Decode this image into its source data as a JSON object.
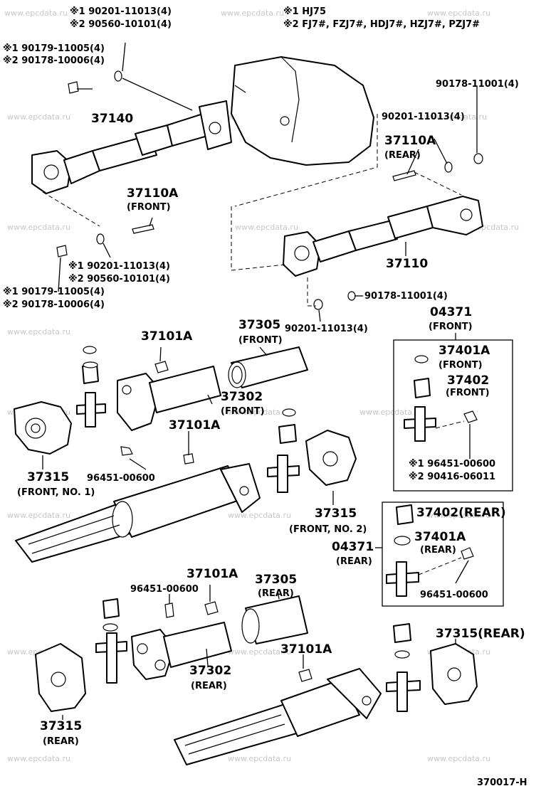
{
  "watermark": "www.epcdata.ru",
  "diagram_code": "370017-H",
  "header": {
    "note1": "※1 HJ75",
    "note2": "※2 FJ7#, FZJ7#, HDJ7#, HZJ7#, PZJ7#"
  },
  "labels": {
    "t1": "※1 90201-11013(4)",
    "t2": "※2 90560-10101(4)",
    "t3": "※1 90179-11005(4)",
    "t4": "※2 90178-10006(4)",
    "p37140": "37140",
    "r90178a": "90178-11001(4)",
    "r90201a": "90201-11013(4)",
    "p37110a_rear": "37110A",
    "rear_paren1": "(REAR)",
    "p37110a_front": "37110A",
    "front_paren1": "(FRONT)",
    "m1": "※1 90201-11013(4)",
    "m2": "※2 90560-10101(4)",
    "m3": "※1 90179-11005(4)",
    "m4": "※2 90178-10006(4)",
    "p37110": "37110",
    "r90178b": "90178-11001(4)",
    "r90201b": "90201-11013(4)",
    "p04371_front": "04371",
    "front_paren2": "(FRONT)",
    "p37101a_1": "37101A",
    "p37305_front": "37305",
    "front_paren3": "(FRONT)",
    "p37401a_front": "37401A",
    "front_paren4": "(FRONT)",
    "p37402_front": "37402",
    "front_paren5": "(FRONT)",
    "p37302_front": "37302",
    "front_paren6": "(FRONT)",
    "p37101a_2": "37101A",
    "p96451_1": "96451-00600",
    "p37315_front1": "37315",
    "front_no1": "(FRONT, NO. 1)",
    "k1": "※1 96451-00600",
    "k2": "※2 90416-06011",
    "p37402_rear": "37402(REAR)",
    "p37401a_rear": "37401A",
    "rear_paren2": "(REAR)",
    "p04371_rear": "04371",
    "rear_paren3": "(REAR)",
    "p96451_box": "96451-00600",
    "p37315_front2": "37315",
    "front_no2": "(FRONT, NO. 2)",
    "p37101a_3": "37101A",
    "p37305_rear": "37305",
    "rear_paren4": "(REAR)",
    "p96451_2": "96451-00600",
    "p37101a_4": "37101A",
    "p37302_rear": "37302",
    "rear_paren5": "(REAR)",
    "p37315_rear_r": "37315(REAR)",
    "p37315_rear_l": "37315",
    "rear_paren6": "(REAR)"
  }
}
